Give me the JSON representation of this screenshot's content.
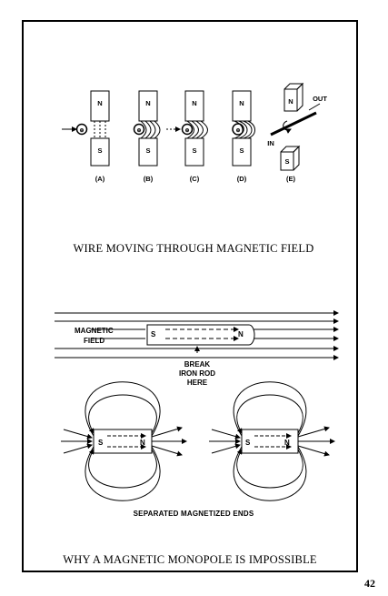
{
  "figure1": {
    "panels": [
      {
        "id": "A",
        "top": "N",
        "bottom": "S",
        "label": "(A)",
        "wire": "⊕"
      },
      {
        "id": "B",
        "top": "N",
        "bottom": "S",
        "label": "(B)",
        "wire": "⊕"
      },
      {
        "id": "C",
        "top": "N",
        "bottom": "S",
        "label": "(C)",
        "wire": "⊕"
      },
      {
        "id": "D",
        "top": "N",
        "bottom": "S",
        "label": "(D)",
        "wire": "⊕"
      },
      {
        "id": "E",
        "top": "N",
        "bottom": "S",
        "label": "(E)"
      }
    ],
    "in_label": "IN",
    "out_label": "OUT",
    "caption": "WIRE MOVING THROUGH MAGNETIC FIELD"
  },
  "figure2": {
    "field_label_line1": "MAGNETIC",
    "field_label_line2": "FIELD",
    "rod_s": "S",
    "rod_n": "N",
    "break_line1": "BREAK",
    "break_line2": "IRON ROD",
    "break_line3": "HERE",
    "magnets": [
      {
        "s": "S",
        "n": "N"
      },
      {
        "s": "S",
        "n": "N"
      }
    ],
    "sub_caption": "SEPARATED MAGNETIZED ENDS",
    "caption": "WHY A MAGNETIC MONOPOLE IS IMPOSSIBLE"
  },
  "page_number": "42"
}
